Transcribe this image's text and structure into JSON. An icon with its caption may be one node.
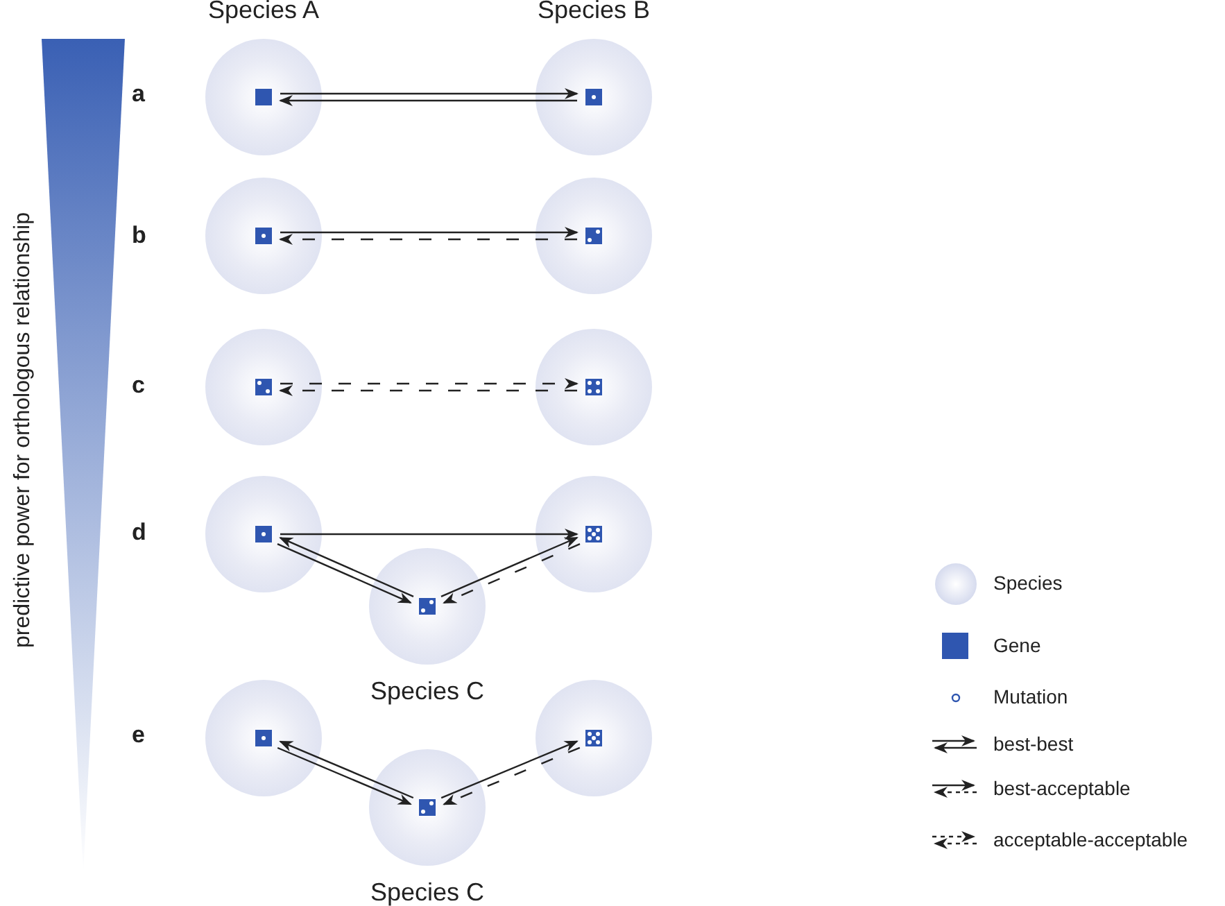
{
  "diagram": {
    "nodes": [
      {
        "text": [
          "Species A"
        ]
      },
      {
        "text": [],
        "shape": "box",
        "in": 0
      },
      {
        "text": [
          "Species B"
        ]
      },
      {
        "text": [],
        "shape": "box",
        "in": 2
      },
      {
        "text": [],
        "shape": "circle"
      },
      {
        "text": [],
        "shape": "box",
        "in": 4
      },
      {
        "text": [],
        "shape": "circle"
      },
      {
        "text": [],
        "shape": "box",
        "in": 6
      },
      {
        "text": [],
        "shape": "circle"
      },
      {
        "text": [],
        "shape": "box",
        "in": 8
      },
      {
        "text": [],
        "shape": "circle"
      },
      {
        "text": [],
        "shape": "box",
        "in": 10
      },
      {
        "text": [],
        "shape": "circle"
      },
      {
        "text": [],
        "shape": "box",
        "in": 12
      },
      {
        "text": [],
        "shape": "circle"
      },
      {
        "text": [],
        "shape": "box",
        "in": 14
      },
      {
        "text": [
          "Species C"
        ]
      },
      {
        "text": [],
        "shape": "box",
        "in": 16
      },
      {
        "text": [],
        "shape": "circle"
      },
      {
        "text": [],
        "shape": "box",
        "in": 18
      },
      {
        "text": [],
        "shape": "circle"
      },
      {
        "text": [],
        "shape": "box",
        "in": 20
      },
      {
        "text": [
          "Species C"
        ]
      },
      {
        "text": [],
        "shape": "box",
        "in": 22
      }
    ],
    "edges": [
      {
        "from": 1,
        "to": 3,
        "arrow": "to"
      },
      {
        "from": 3,
        "to": 1,
        "arrow": "to"
      },
      {
        "from": 5,
        "to": 7,
        "arrow": "to"
      },
      {
        "from": 7,
        "to": 5,
        "arrow": "to",
        "style": "dashed"
      },
      {
        "from": 9,
        "to": 11,
        "arrow": "to",
        "style": "dashed"
      },
      {
        "from": 11,
        "to": 9,
        "arrow": "to",
        "style": "dashed"
      },
      {
        "from": 13,
        "to": 15,
        "arrow": "to"
      },
      {
        "from": 13,
        "to": 17,
        "arrow": "to"
      },
      {
        "from": 17,
        "to": 13,
        "arrow": "to"
      },
      {
        "from": 17,
        "to": 15,
        "arrow": "to"
      },
      {
        "from": 15,
        "to": 17,
        "arrow": "to",
        "style": "dashed"
      },
      {
        "from": 19,
        "to": 23,
        "arrow": "to"
      },
      {
        "from": 23,
        "to": 19,
        "arrow": "to"
      },
      {
        "from": 23,
        "to": 21,
        "arrow": "to"
      },
      {
        "from": 21,
        "to": 23,
        "arrow": "to",
        "style": "dashed"
      }
    ],
    "labels": [
      "predictive power for orthologous relationship",
      "a",
      "b",
      "c",
      "d",
      "e"
    ],
    "legend": [
      {
        "text": "Species"
      },
      {
        "text": "Gene",
        "color": "#2f56b0"
      },
      {
        "text": "Mutation"
      },
      {
        "text": "best-best"
      },
      {
        "text": "best-acceptable"
      },
      {
        "text": "acceptable-acceptable"
      }
    ]
  }
}
